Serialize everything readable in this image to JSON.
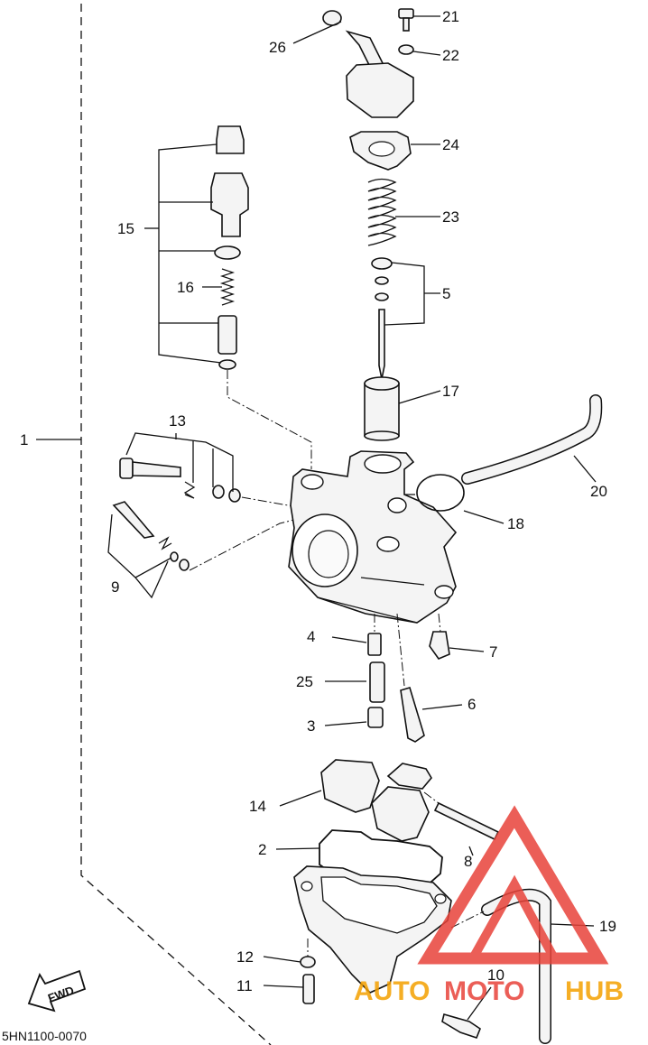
{
  "callouts": {
    "c1": "1",
    "c2": "2",
    "c3": "3",
    "c4": "4",
    "c5": "5",
    "c6": "6",
    "c7": "7",
    "c8": "8",
    "c9": "9",
    "c10": "10",
    "c11": "11",
    "c12": "12",
    "c13": "13",
    "c14": "14",
    "c15": "15",
    "c16": "16",
    "c17": "17",
    "c18": "18",
    "c19": "19",
    "c20": "20",
    "c21": "21",
    "c22": "22",
    "c23": "23",
    "c24": "24",
    "c25": "25",
    "c26": "26"
  },
  "footer": {
    "diagram_code": "5HN1100-0070"
  },
  "fwd_arrow": {
    "label": "FWD"
  },
  "watermark": {
    "part1": "AUTO",
    "part2": "MOTO",
    "part3": "HUB",
    "color_orange": "#f4a000",
    "color_red": "#e8433a"
  }
}
